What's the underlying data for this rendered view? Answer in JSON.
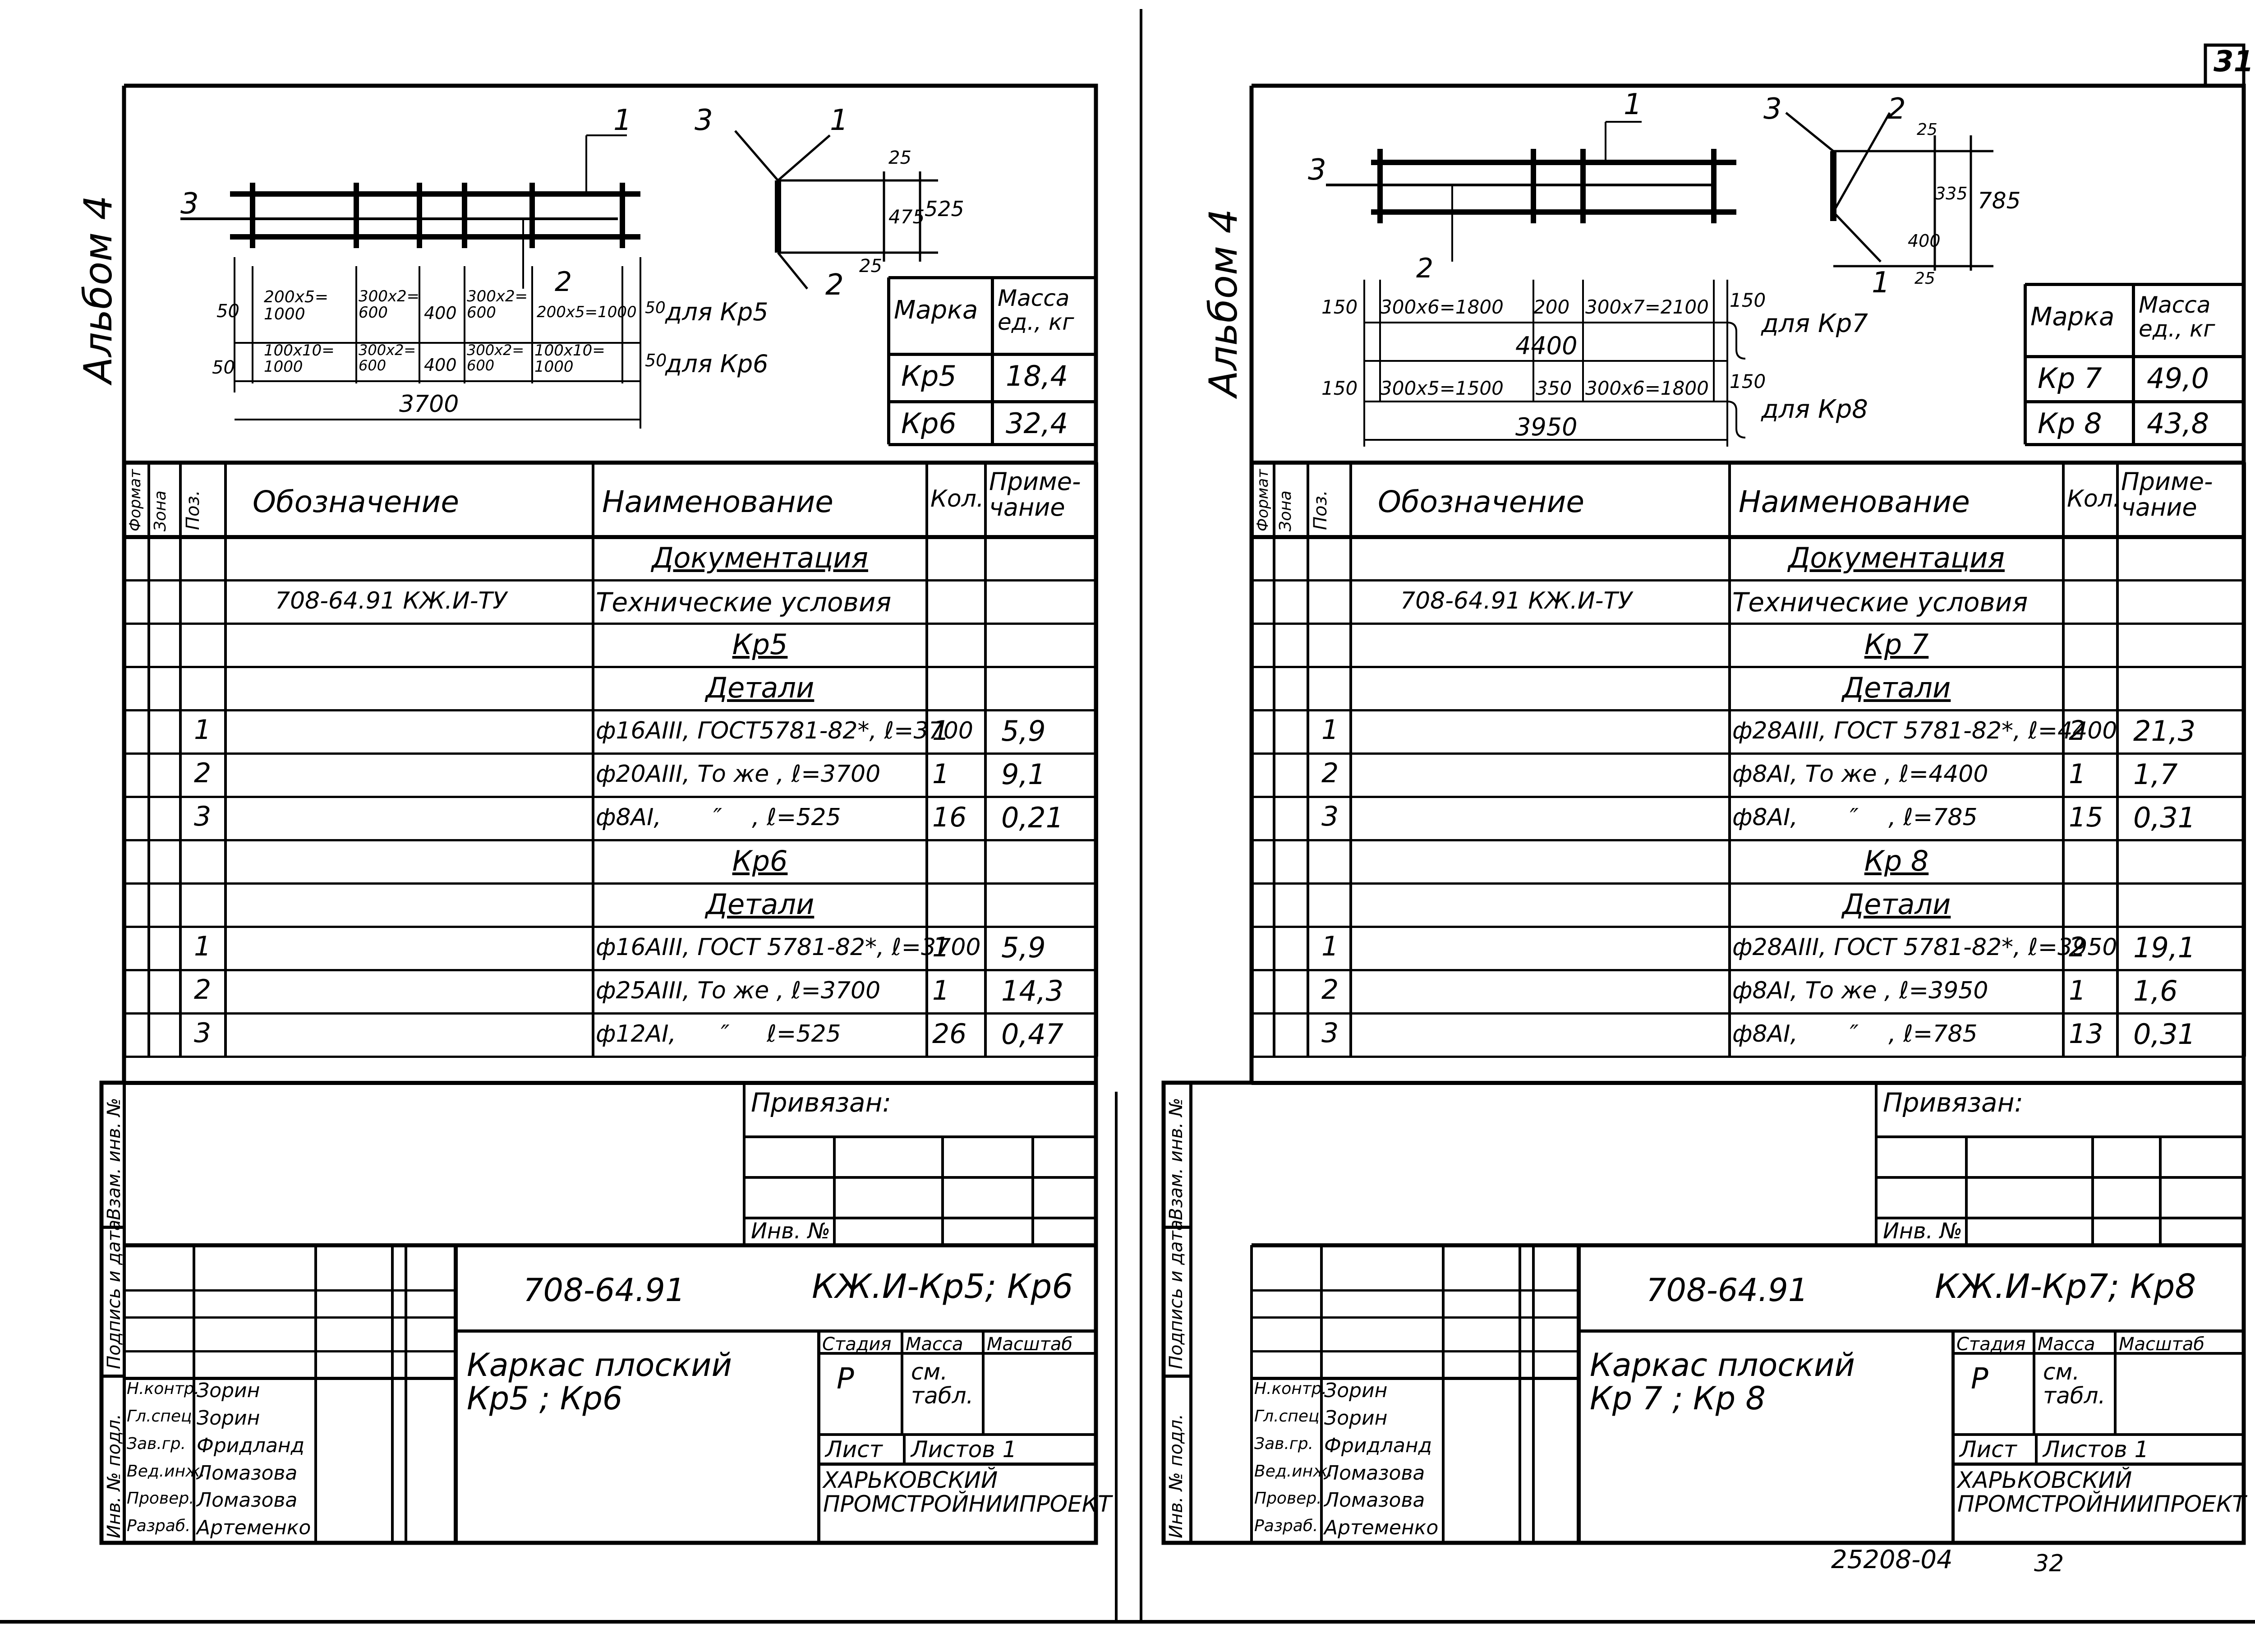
{
  "page_number": "31",
  "bottom_code": "25208-04",
  "bottom_page": "32",
  "left": {
    "album": "Альбом 4",
    "sketch": {
      "pos1": "1",
      "pos2": "2",
      "pos3": "3",
      "side_pos3": "3",
      "side_pos1": "1",
      "side_pos2": "2",
      "dim_25a": "25",
      "dim_475": "475",
      "dim_25b": "25",
      "dim_525": "525",
      "kr5_row": {
        "start": "50",
        "s1": "200x5=\n1000",
        "s2": "300x2=\n600",
        "s3": "400",
        "s4": "300x2=\n600",
        "s5": "200x5=1000",
        "end": "50",
        "label": "для Кр5"
      },
      "kr6_row": {
        "start": "50",
        "s1": "100x10=\n1000",
        "s2": "300x2=\n600",
        "s3": "400",
        "s4": "300x2=\n600",
        "s5": "100x10=\n1000",
        "end": "50",
        "label": "для Кр6"
      },
      "total": "3700"
    },
    "mass_table": {
      "h_mark": "Марка",
      "h_mass": "Масса\nед., кг",
      "rows": [
        {
          "mark": "Кр5",
          "mass": "18,4"
        },
        {
          "mark": "Кр6",
          "mass": "32,4"
        }
      ]
    },
    "spec": {
      "h_format": "Формат",
      "h_zone": "Зона",
      "h_pos": "Поз.",
      "h_designation": "Обозначение",
      "h_name": "Наименование",
      "h_qty": "Кол.",
      "h_note": "Приме-\nчание",
      "rows": [
        {
          "pos": "",
          "designation": "",
          "name": "Документация",
          "qty": "",
          "note": "",
          "section": true
        },
        {
          "pos": "",
          "designation": "708-64.91  КЖ.И-ТУ",
          "name": "Технические условия",
          "qty": "",
          "note": "",
          "section": false
        },
        {
          "pos": "",
          "designation": "",
          "name": "Кр5",
          "qty": "",
          "note": "",
          "section": true
        },
        {
          "pos": "",
          "designation": "",
          "name": "Детали",
          "qty": "",
          "note": "",
          "section": true
        },
        {
          "pos": "1",
          "designation": "",
          "name": "ф16АIII, ГОСТ5781-82*, ℓ=3700",
          "qty": "1",
          "note": "5,9",
          "section": false
        },
        {
          "pos": "2",
          "designation": "",
          "name": "ф20АIII, То же , ℓ=3700",
          "qty": "1",
          "note": "9,1",
          "section": false
        },
        {
          "pos": "3",
          "designation": "",
          "name": "ф8АI,       ″    , ℓ=525",
          "qty": "16",
          "note": "0,21",
          "section": false
        },
        {
          "pos": "",
          "designation": "",
          "name": "Кр6",
          "qty": "",
          "note": "",
          "section": true
        },
        {
          "pos": "",
          "designation": "",
          "name": "Детали",
          "qty": "",
          "note": "",
          "section": true
        },
        {
          "pos": "1",
          "designation": "",
          "name": "ф16АIII, ГОСТ 5781-82*, ℓ=3700",
          "qty": "1",
          "note": "5,9",
          "section": false
        },
        {
          "pos": "2",
          "designation": "",
          "name": "ф25АIII, То же , ℓ=3700",
          "qty": "1",
          "note": "14,3",
          "section": false
        },
        {
          "pos": "3",
          "designation": "",
          "name": "ф12АI,      ″     ℓ=525",
          "qty": "26",
          "note": "0,47",
          "section": false
        }
      ]
    },
    "privyazan": "Привязан:",
    "inv_no": "Инв. №",
    "side_labels": [
      "Взам. инв. №",
      "Подпись и дата",
      "Инв. № подл."
    ],
    "stamp": {
      "code": "708-64.91",
      "sheet_code": "КЖ.И-Кр5; Кр6",
      "title": "Каркас плоский\nКр5 ; Кр6",
      "h_stage": "Стадия",
      "h_mass": "Масса",
      "h_scale": "Масштаб",
      "stage": "Р",
      "mass": "см.\nтабл.",
      "sheet": "Лист",
      "sheets": "Листов 1",
      "org": "ХАРЬКОВСКИЙ\nПРОМСТРОЙНИИПРОЕКТ",
      "people": [
        {
          "role": "Н.контр.",
          "name": "Зорин"
        },
        {
          "role": "Гл.спец.",
          "name": "Зорин"
        },
        {
          "role": "Зав.гр.",
          "name": "Фридланд"
        },
        {
          "role": "Вед.инж.",
          "name": "Ломазова"
        },
        {
          "role": "Провер.",
          "name": "Ломазова"
        },
        {
          "role": "Разраб.",
          "name": "Артеменко"
        }
      ]
    }
  },
  "right": {
    "album": "Альбом 4",
    "sketch": {
      "pos1": "1",
      "pos2": "2",
      "pos3": "3",
      "side_pos3": "3",
      "side_pos2": "2",
      "side_pos1": "1",
      "dim_25a": "25",
      "dim_335": "335",
      "dim_400": "400",
      "dim_25b": "25",
      "dim_785": "785",
      "kr7_row": {
        "start": "150",
        "s1": "300x6=1800",
        "s2": "200",
        "s3": "300x7=2100",
        "end": "150",
        "label": "для Кр7",
        "total": "4400"
      },
      "kr8_row": {
        "start": "150",
        "s1": "300x5=1500",
        "s2": "350",
        "s3": "300x6=1800",
        "end": "150",
        "label": "для Кр8",
        "total": "3950"
      }
    },
    "mass_table": {
      "h_mark": "Марка",
      "h_mass": "Масса\nед., кг",
      "rows": [
        {
          "mark": "Кр 7",
          "mass": "49,0"
        },
        {
          "mark": "Кр 8",
          "mass": "43,8"
        }
      ]
    },
    "spec": {
      "h_format": "Формат",
      "h_zone": "Зона",
      "h_pos": "Поз.",
      "h_designation": "Обозначение",
      "h_name": "Наименование",
      "h_qty": "Кол.",
      "h_note": "Приме-\nчание",
      "rows": [
        {
          "pos": "",
          "designation": "",
          "name": "Документация",
          "qty": "",
          "note": "",
          "section": true
        },
        {
          "pos": "",
          "designation": "708-64.91  КЖ.И-ТУ",
          "name": "Технические условия",
          "qty": "",
          "note": "",
          "section": false
        },
        {
          "pos": "",
          "designation": "",
          "name": "Кр 7",
          "qty": "",
          "note": "",
          "section": true
        },
        {
          "pos": "",
          "designation": "",
          "name": "Детали",
          "qty": "",
          "note": "",
          "section": true
        },
        {
          "pos": "1",
          "designation": "",
          "name": "ф28АIII, ГОСТ 5781-82*, ℓ=4400",
          "qty": "2",
          "note": "21,3",
          "section": false
        },
        {
          "pos": "2",
          "designation": "",
          "name": "ф8АI, То же , ℓ=4400",
          "qty": "1",
          "note": "1,7",
          "section": false
        },
        {
          "pos": "3",
          "designation": "",
          "name": "ф8АI,       ″    , ℓ=785",
          "qty": "15",
          "note": "0,31",
          "section": false
        },
        {
          "pos": "",
          "designation": "",
          "name": "Кр 8",
          "qty": "",
          "note": "",
          "section": true
        },
        {
          "pos": "",
          "designation": "",
          "name": "Детали",
          "qty": "",
          "note": "",
          "section": true
        },
        {
          "pos": "1",
          "designation": "",
          "name": "ф28АIII, ГОСТ 5781-82*, ℓ=3950",
          "qty": "2",
          "note": "19,1",
          "section": false
        },
        {
          "pos": "2",
          "designation": "",
          "name": "ф8АI, То же , ℓ=3950",
          "qty": "1",
          "note": "1,6",
          "section": false
        },
        {
          "pos": "3",
          "designation": "",
          "name": "ф8АI,       ″    , ℓ=785",
          "qty": "13",
          "note": "0,31",
          "section": false
        }
      ]
    },
    "privyazan": "Привязан:",
    "inv_no": "Инв. №",
    "side_labels": [
      "Взам. инв. №",
      "Подпись и дата",
      "Инв. № подл."
    ],
    "stamp": {
      "code": "708-64.91",
      "sheet_code": "КЖ.И-Кр7; Кр8",
      "title": "Каркас плоский\nКр 7 ; Кр 8",
      "h_stage": "Стадия",
      "h_mass": "Масса",
      "h_scale": "Масштаб",
      "stage": "Р",
      "mass": "см.\nтабл.",
      "sheet": "Лист",
      "sheets": "Листов 1",
      "org": "ХАРЬКОВСКИЙ\nПРОМСТРОЙНИИПРОЕКТ",
      "people": [
        {
          "role": "Н.контр.",
          "name": "Зорин"
        },
        {
          "role": "Гл.спец.",
          "name": "Зорин"
        },
        {
          "role": "Зав.гр.",
          "name": "Фридланд"
        },
        {
          "role": "Вед.инж.",
          "name": "Ломазова"
        },
        {
          "role": "Провер.",
          "name": "Ломазова"
        },
        {
          "role": "Разраб.",
          "name": "Артеменко"
        }
      ]
    }
  }
}
